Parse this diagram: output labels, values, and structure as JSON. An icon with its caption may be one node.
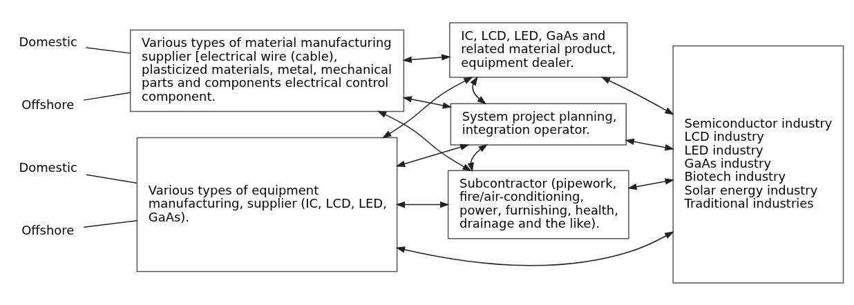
{
  "diagram": {
    "nodes": [
      {
        "text": [
          "Domestic"
        ]
      },
      {
        "text": [
          "Offshore"
        ]
      },
      {
        "text": [
          "Various types of material manufacturing supplier [electrical wire (cable), plasticized materials, metal, mechanical parts and components electrical control component."
        ]
      },
      {
        "text": [
          "Domestic"
        ]
      },
      {
        "text": [
          "Offshore"
        ]
      },
      {
        "text": [
          "Various types of equipment manufacturing, supplier (IC, LCD, LED, GaAs)."
        ]
      },
      {
        "text": [
          "IC, LCD, LED, GaAs and related material product, equipment dealer."
        ]
      },
      {
        "text": [
          "System project planning, integration operator."
        ]
      },
      {
        "text": [
          "Subcontractor (pipework, fire/air-conditioning, power, furnishing, health, drainage and the like)."
        ]
      },
      {
        "text": [
          "Semiconductor industry",
          "LCD industry",
          "LED industry",
          "GaAs industry",
          "Biotech industry",
          "Solar energy industry",
          "Traditional industries"
        ]
      }
    ],
    "edges": [
      {
        "from": 0,
        "to": 2,
        "arrow": "none"
      },
      {
        "from": 1,
        "to": 2,
        "arrow": "none"
      },
      {
        "from": 3,
        "to": 5,
        "arrow": "none"
      },
      {
        "from": 4,
        "to": 5,
        "arrow": "none"
      },
      {
        "from": 2,
        "to": 6,
        "arrow": "both"
      },
      {
        "from": 2,
        "to": 7,
        "arrow": "both"
      },
      {
        "from": 2,
        "to": 8,
        "arrow": "both"
      },
      {
        "from": 5,
        "to": 6,
        "arrow": "both"
      },
      {
        "from": 5,
        "to": 7,
        "arrow": "both"
      },
      {
        "from": 5,
        "to": 8,
        "arrow": "both"
      },
      {
        "from": 6,
        "to": 7,
        "arrow": "both"
      },
      {
        "from": 7,
        "to": 8,
        "arrow": "both"
      },
      {
        "from": 6,
        "to": 9,
        "arrow": "both"
      },
      {
        "from": 7,
        "to": 9,
        "arrow": "both"
      },
      {
        "from": 8,
        "to": 9,
        "arrow": "both"
      },
      {
        "from": 5,
        "to": 9,
        "arrow": "both"
      }
    ]
  }
}
